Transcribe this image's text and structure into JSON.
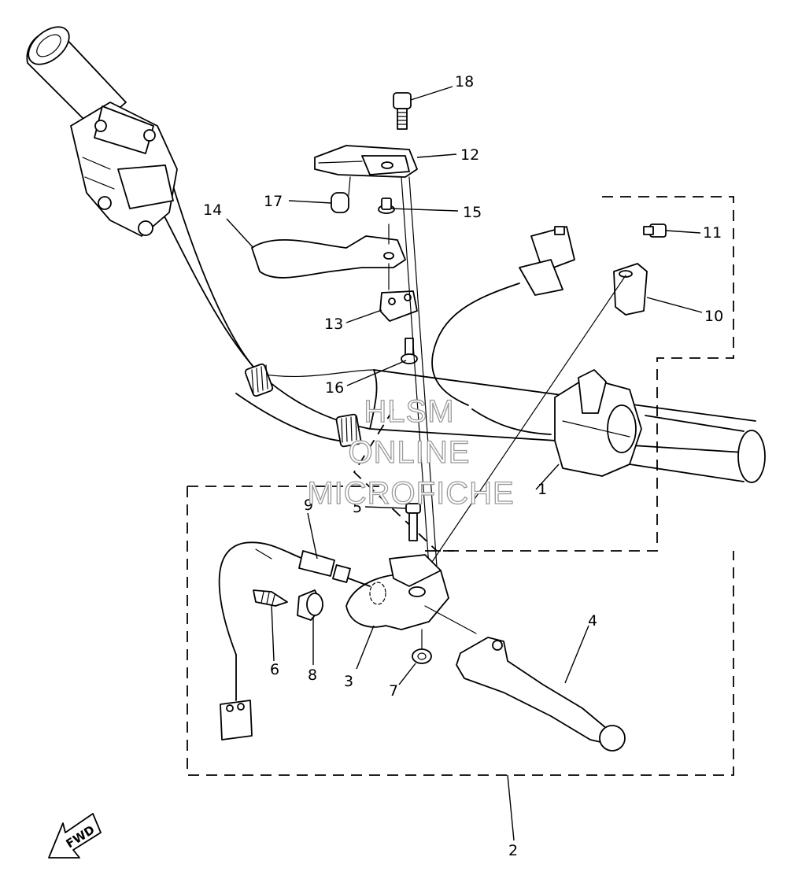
{
  "diagram": {
    "callouts": {
      "c1": "1",
      "c2": "2",
      "c3": "3",
      "c4": "4",
      "c5": "5",
      "c6": "6",
      "c7": "7",
      "c8": "8",
      "c9": "9",
      "c10": "10",
      "c11": "11",
      "c12": "12",
      "c13": "13",
      "c14": "14",
      "c15": "15",
      "c16": "16",
      "c17": "17",
      "c18": "18"
    },
    "watermark": {
      "line1": "HLSM",
      "line2": "ONLINE",
      "line3": "MICROFICHE"
    },
    "direction_badge": "FWD"
  }
}
